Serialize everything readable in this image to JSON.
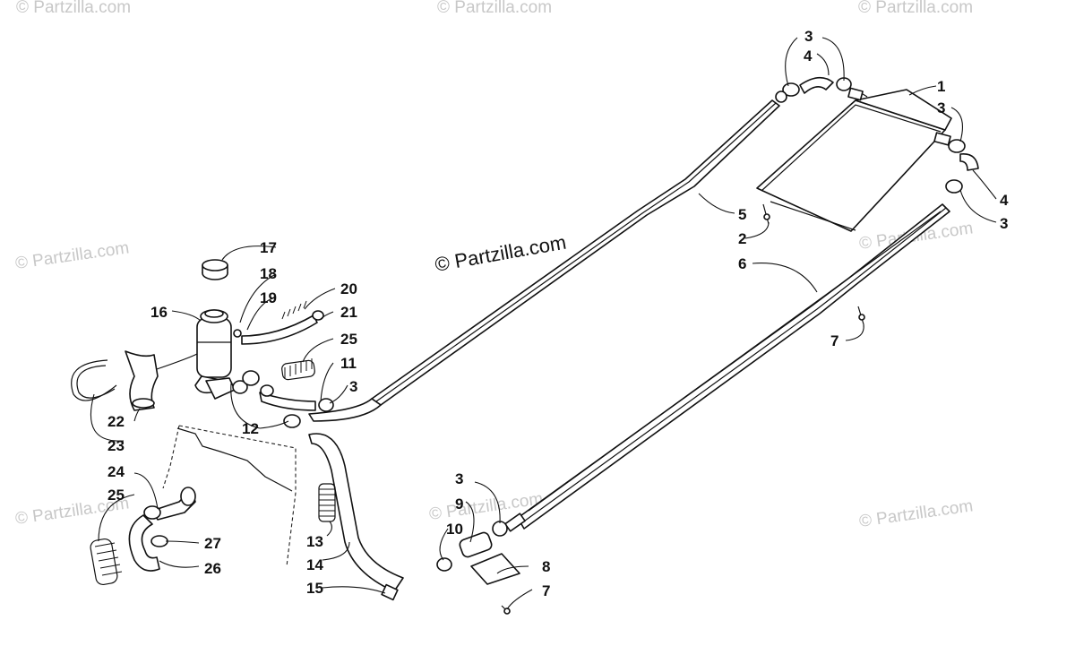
{
  "diagram": {
    "watermark_main": "© Partzilla.com",
    "watermark_faint": "© Partzilla.com",
    "callouts": {
      "c1": "1",
      "c2": "2",
      "c3": "3",
      "c4": "4",
      "c5": "5",
      "c6": "6",
      "c7": "7",
      "c8": "8",
      "c9": "9",
      "c10": "10",
      "c11": "11",
      "c12": "12",
      "c13": "13",
      "c14": "14",
      "c15": "15",
      "c16": "16",
      "c17": "17",
      "c18": "18",
      "c19": "19",
      "c20": "20",
      "c21": "21",
      "c22": "22",
      "c23": "23",
      "c24": "24",
      "c25": "25",
      "c26": "26",
      "c27": "27"
    }
  }
}
